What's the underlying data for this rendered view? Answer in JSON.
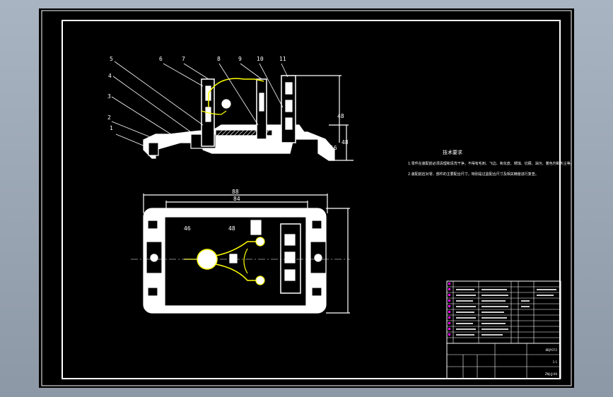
{
  "drawing": {
    "part_balloons": [
      "1",
      "2",
      "3",
      "4",
      "5",
      "6",
      "7",
      "8",
      "9",
      "10",
      "11"
    ],
    "technical_requirements": {
      "title": "技术要求",
      "items": [
        "1.零件在装配前必须清理和清洗干净，不得有毛刺、飞边、氧化皮、锈蚀、切屑、油污、着色剂和灰尘等。",
        "2.装配前应对零、部件的主要配合尺寸，特别是过盈配合尺寸及相关精度进行复查。"
      ]
    },
    "dimensions": {
      "top_width": "88",
      "top_inner": "84",
      "left_span": "46",
      "mid_span": "48",
      "height_total": "48",
      "height_lower": "16",
      "height_side": "48"
    },
    "title_block": {
      "drawing_number": "ZNJ-JJ-00",
      "scale": "1:1",
      "sheet_code": "8BJY072"
    },
    "colors": {
      "sheet": "#000000",
      "line": "#ffffff",
      "highlight": "#ffff00",
      "window_frame": "#9aa5b3",
      "balloon_marker": "#ff00ff"
    }
  }
}
